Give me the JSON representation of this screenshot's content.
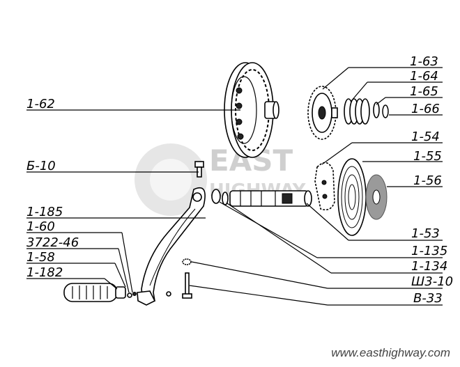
{
  "labels": {
    "l_1_62": "1-62",
    "l_1_63": "1-63",
    "l_1_64": "1-64",
    "l_1_65": "1-65",
    "l_1_66": "1-66",
    "l_1_54": "1-54",
    "l_1_55": "1-55",
    "l_1_56": "1-56",
    "l_b_10": "Б-10",
    "l_1_185": "1-185",
    "l_1_60": "1-60",
    "l_3722_46": "3722-46",
    "l_1_58": "1-58",
    "l_1_182": "1-182",
    "l_1_53": "1-53",
    "l_1_135": "1-135",
    "l_1_134": "1-134",
    "l_sh3_10": "Ш3-10",
    "l_v_33": "В-33"
  },
  "watermark": {
    "word1": "EAST",
    "word2": "HIGHWAY",
    "url": "www.easthighway.com"
  }
}
